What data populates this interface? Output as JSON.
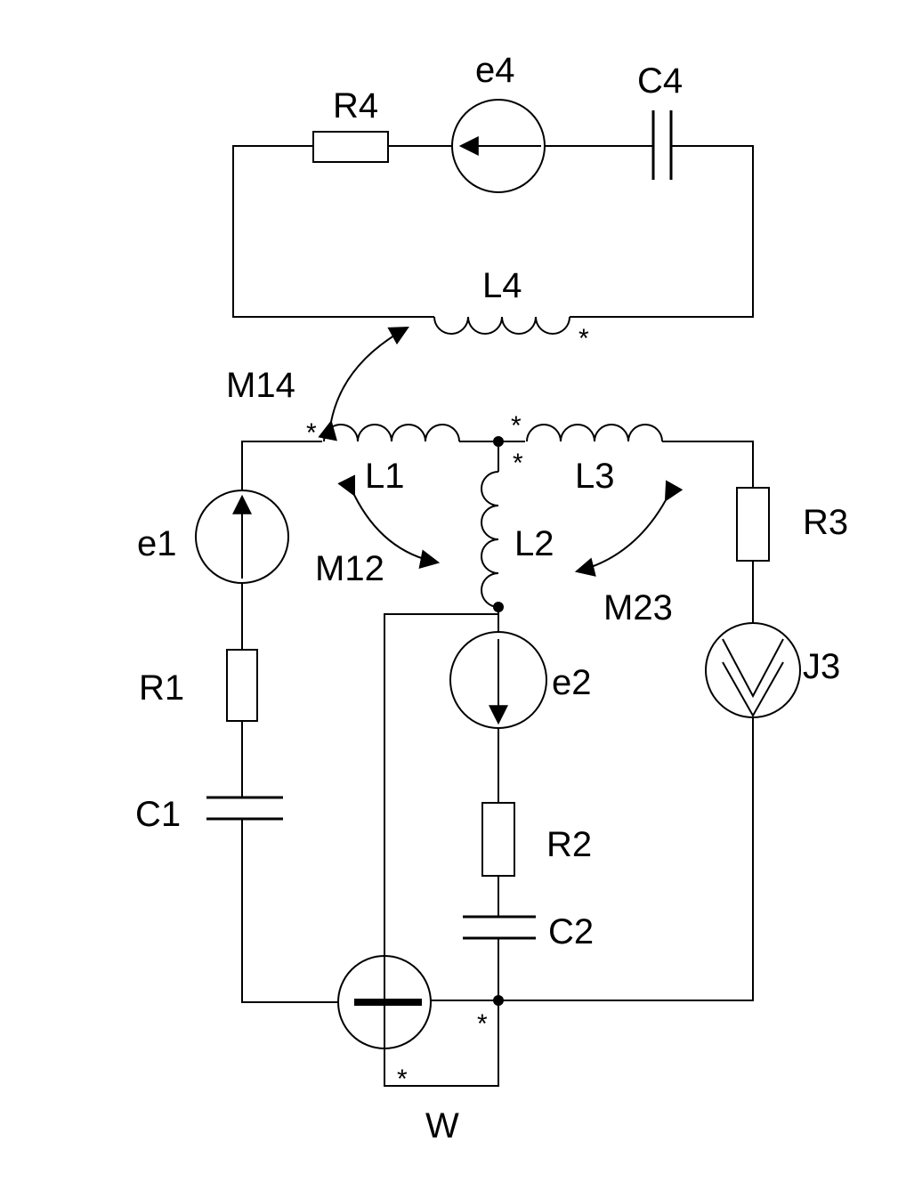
{
  "labels": {
    "R4": "R4",
    "e4": "e4",
    "C4": "C4",
    "L4": "L4",
    "M14": "M14",
    "L1": "L1",
    "L3": "L3",
    "L2": "L2",
    "e1": "e1",
    "M12": "M12",
    "M23": "M23",
    "R3": "R3",
    "J3": "J3",
    "R1": "R1",
    "e2": "e2",
    "C1": "C1",
    "R2": "R2",
    "C2": "C2",
    "W": "W"
  },
  "marker": "*"
}
